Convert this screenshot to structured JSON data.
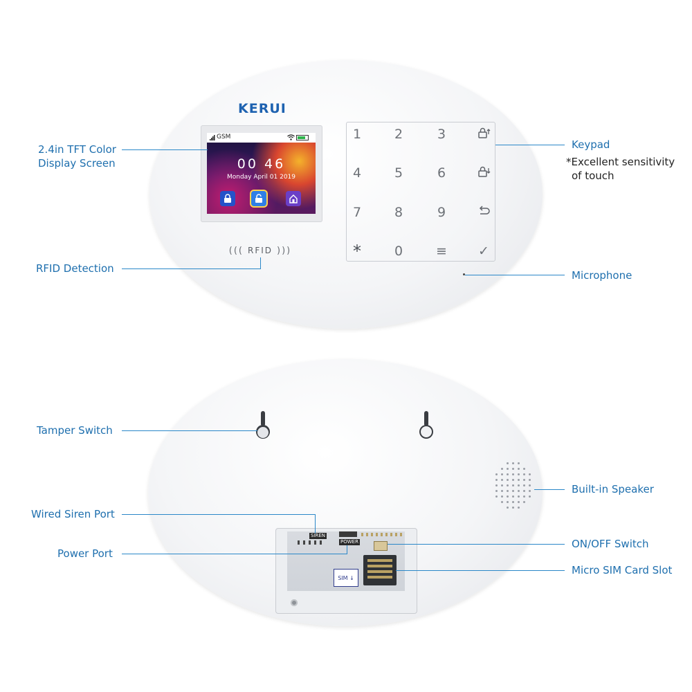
{
  "front": {
    "brand": "KERUI",
    "screen": {
      "network": "GSM",
      "time": "00 46",
      "date": "Monday April 01 2019"
    },
    "keypad_keys": [
      "1",
      "2",
      "3",
      "arm-lock-icon",
      "4",
      "5",
      "6",
      "disarm-lock-icon",
      "7",
      "8",
      "9",
      "back-arrow-icon",
      "*",
      "0",
      "≡",
      "✓"
    ],
    "rfid_label": "RFID"
  },
  "labels": {
    "display": [
      "2.4in TFT Color",
      "Display Screen"
    ],
    "rfid": "RFID Detection",
    "keypad": "Keypad",
    "keypad_note": [
      "*Excellent sensitivity",
      "of touch"
    ],
    "microphone": "Microphone",
    "tamper": "Tamper Switch",
    "siren_port": "Wired Siren Port",
    "power_port": "Power Port",
    "speaker": "Built-in Speaker",
    "onoff": "ON/OFF Switch",
    "sim_slot": "Micro SIM Card Slot"
  },
  "back": {
    "silk_siren": "SIREN",
    "silk_power": "POWER",
    "sim_text": "SIM"
  },
  "colors": {
    "label": "#1e6fae",
    "leader": "#2a87c8",
    "brand": "#1e62b0"
  }
}
